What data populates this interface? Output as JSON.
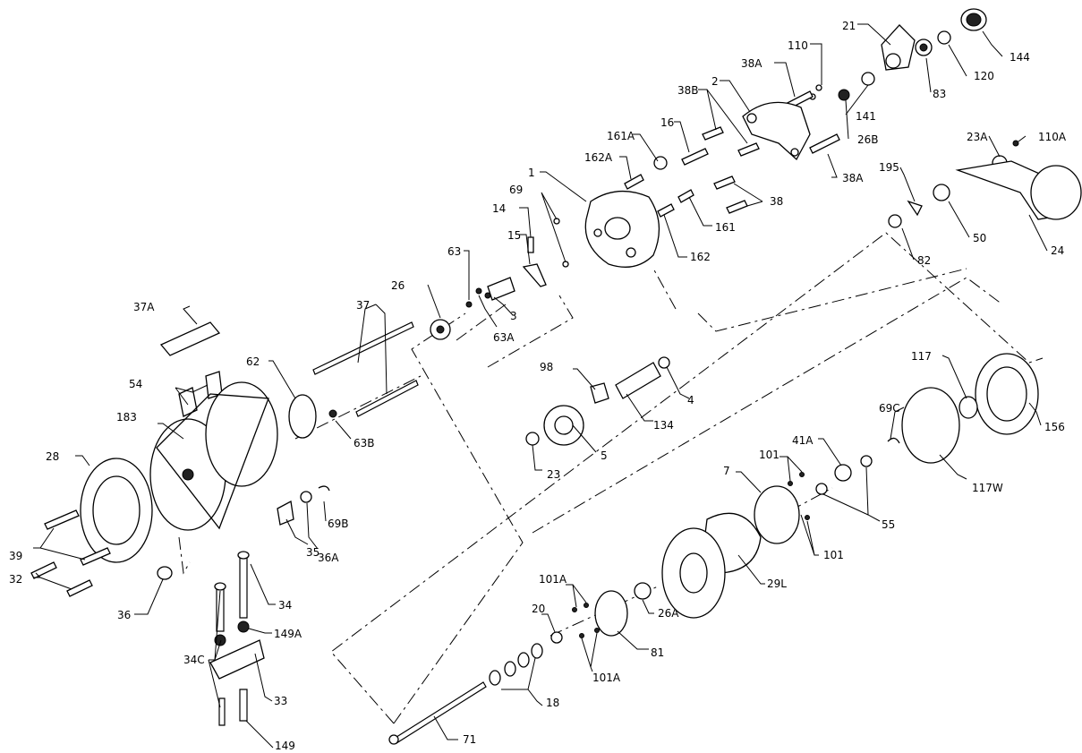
{
  "diagram": {
    "type": "exploded-parts-diagram",
    "labels": {
      "p21": "21",
      "p144": "144",
      "p110": "110",
      "p120": "120",
      "p38A_top": "38A",
      "p83": "83",
      "p2": "2",
      "p38B": "38B",
      "p141": "141",
      "p110A": "110A",
      "p26B": "26B",
      "p16": "16",
      "p161A": "161A",
      "p23A": "23A",
      "p162A": "162A",
      "p195": "195",
      "p38A_mid": "38A",
      "p1": "1",
      "p69": "69",
      "p38": "38",
      "p14": "14",
      "p161": "161",
      "p50": "50",
      "p24": "24",
      "p15": "15",
      "p162": "162",
      "p82": "82",
      "p63": "63",
      "p26": "26",
      "p3": "3",
      "p63A": "63A",
      "p37A": "37A",
      "p37": "37",
      "p117": "117",
      "p98": "98",
      "p156": "156",
      "p54": "54",
      "p62": "62",
      "p4": "4",
      "p69C": "69C",
      "p134": "134",
      "p183": "183",
      "p63B": "63B",
      "p41A": "41A",
      "p101_top": "101",
      "p28": "28",
      "p5": "5",
      "p23": "23",
      "p7": "7",
      "p117W": "117W",
      "p69B": "69B",
      "p55": "55",
      "p39": "39",
      "p35": "35",
      "p36A": "36A",
      "p101_bot": "101",
      "p32": "32",
      "p29L": "29L",
      "p101A_top": "101A",
      "p34": "34",
      "p36": "36",
      "p20": "20",
      "p26A": "26A",
      "p149A": "149A",
      "p81": "81",
      "p34C": "34C",
      "p101A_bot": "101A",
      "p33": "33",
      "p18": "18",
      "p71": "71",
      "p149": "149"
    }
  }
}
